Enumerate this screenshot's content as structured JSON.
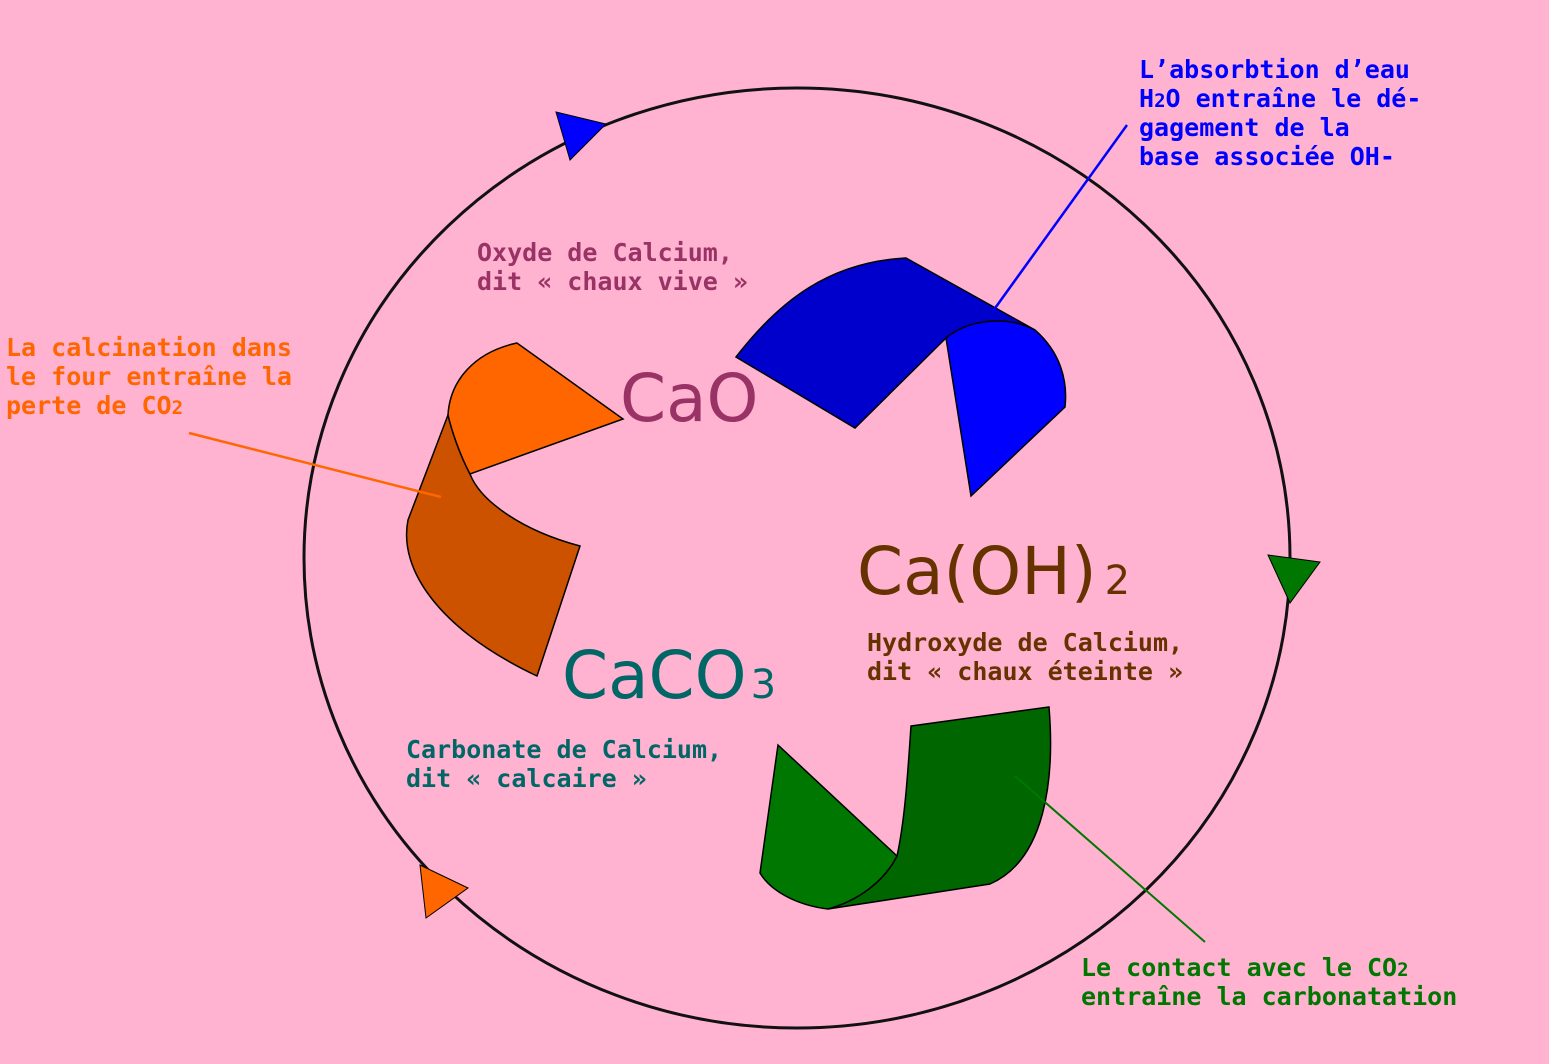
{
  "colors": {
    "background": "#FFB3D1",
    "blue": "#0000FF",
    "blue_dark": "#0000CC",
    "orange": "#FF6600",
    "orange_dark": "#CC5200",
    "green": "#007700",
    "green_dark": "#006600",
    "cao": "#993366",
    "caoh2": "#663300",
    "caco3": "#006666"
  },
  "formulas": {
    "cao": "CaO",
    "caoh2_main": "Ca(OH)",
    "caoh2_sub": "2",
    "caco3_main": "CaCO",
    "caco3_sub": "3"
  },
  "labels": {
    "cao_line1": "Oxyde de Calcium,",
    "cao_line2": "dit « chaux vive »",
    "caoh2_line1": "Hydroxyde de Calcium,",
    "caoh2_line2": "dit « chaux éteinte »",
    "caco3_line1": "Carbonate de Calcium,",
    "caco3_line2": "dit « calcaire »"
  },
  "annotations": {
    "absorption": {
      "line1": "L’absorbtion d’eau",
      "line2_h": "H",
      "line2_sub": "2",
      "line2_rest": "O entraîne le dé-",
      "line3": "gagement de la",
      "line4": "base associée OH-"
    },
    "calcination": {
      "line1": "La calcination dans",
      "line2": "le four entraîne la",
      "line3_text": "perte de CO",
      "line3_sub": "2"
    },
    "carbonation": {
      "line1_text": "Le contact avec le CO",
      "line1_sub": "2",
      "line2": "entraîne la carbonatation"
    }
  }
}
